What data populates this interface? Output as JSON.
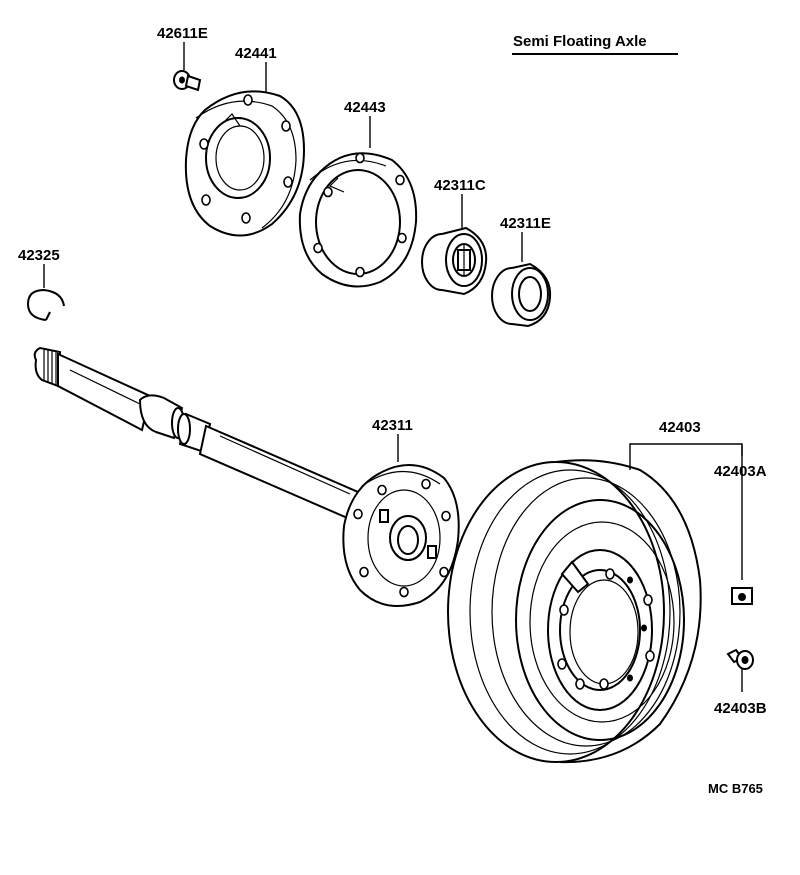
{
  "diagram": {
    "title": "Semi Floating Axle",
    "code": "MC  B765",
    "parts": {
      "p42611E": "42611E",
      "p42441": "42441",
      "p42443": "42443",
      "p42311C": "42311C",
      "p42311E": "42311E",
      "p42325": "42325",
      "p42311": "42311",
      "p42403": "42403",
      "p42403A": "42403A",
      "p42403B": "42403B"
    }
  }
}
